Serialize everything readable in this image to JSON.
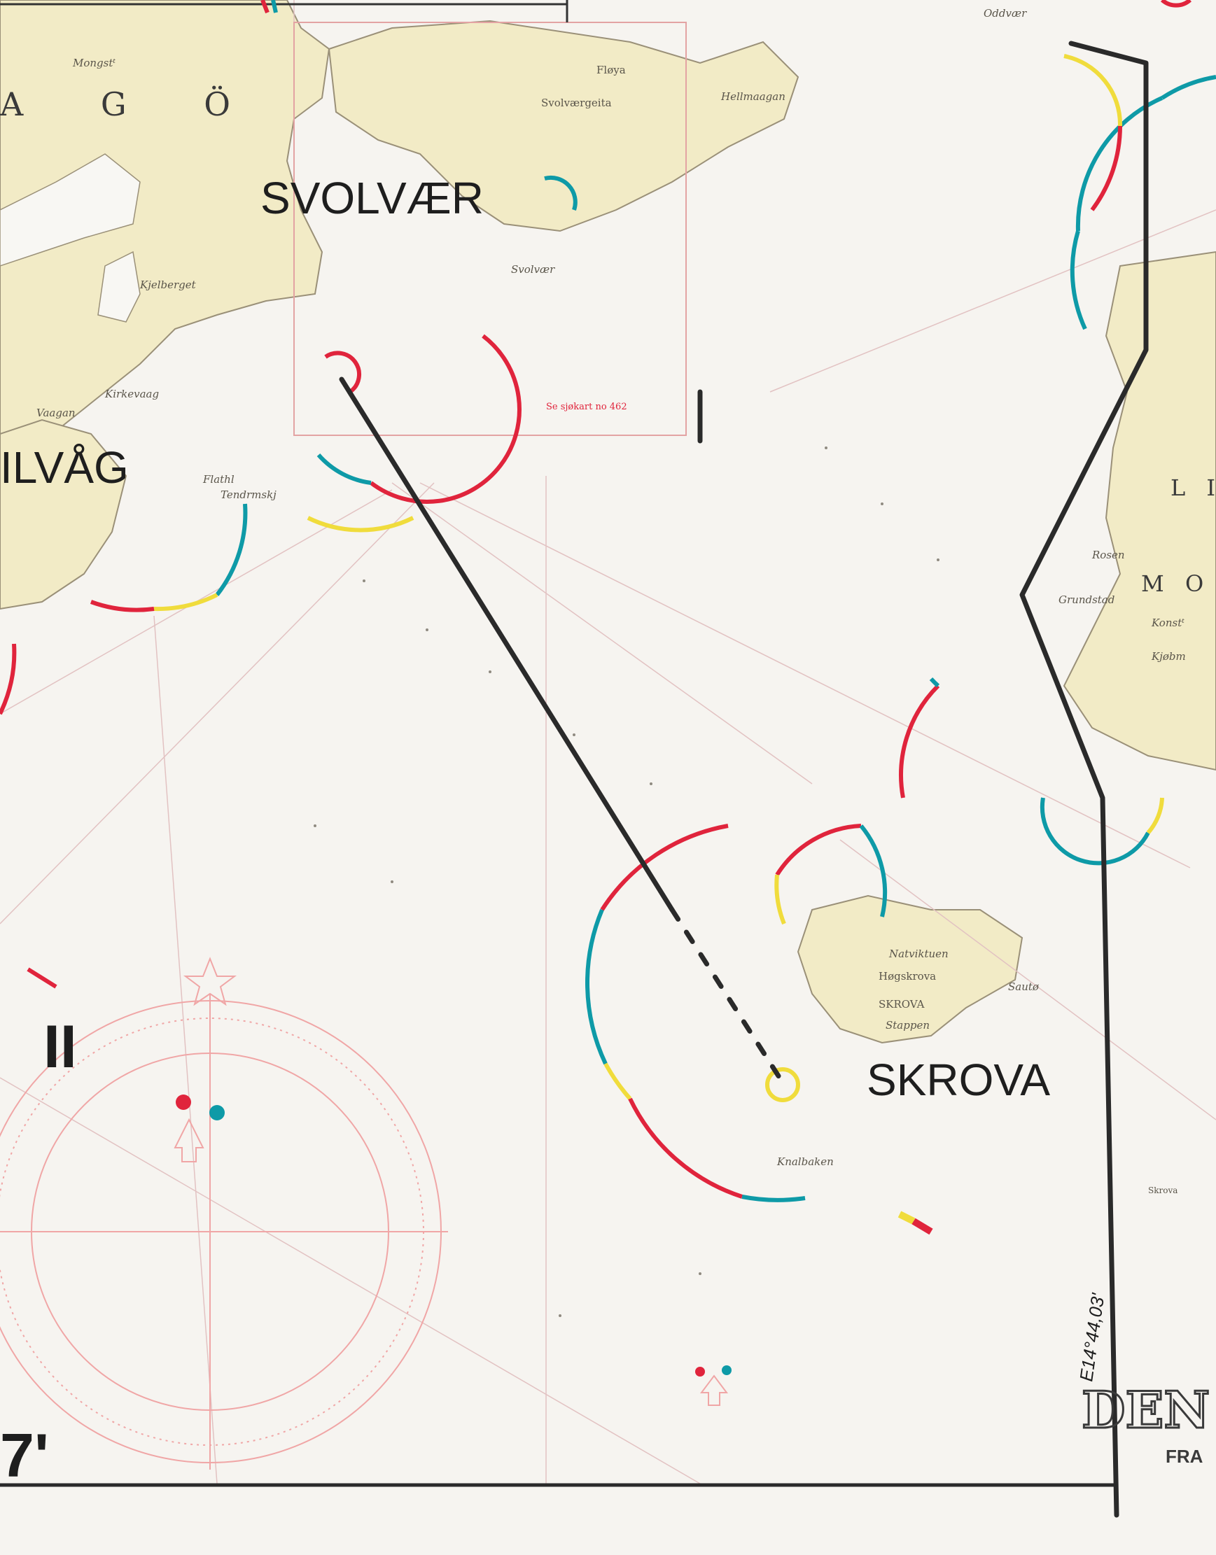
{
  "labels": {
    "svolvaer": "SVOLVÆR",
    "kabelvag": "ILVÅG",
    "skrova": "SKROVA",
    "den": "DEN",
    "fra": "FRA",
    "vagan_prefix": "A G Ö",
    "liland": "L I",
    "mol": "M O L",
    "bottom_left": "7'",
    "numeral_one": "I",
    "numeral_two": "II",
    "coordinate": "E14°44,03'"
  },
  "chart_text": {
    "oddvaer": "Oddvær",
    "floya": "Fløya",
    "svolvaergeita": "Svolværgeita",
    "hellmaagan": "Hellmaagan",
    "nongots": "Mongstᵗ",
    "kjelberget": "Kjelberget",
    "kirkevaag": "Kirkevaag",
    "vaagan": "Vaagan",
    "svolvaer_small": "Svolvær",
    "se_sjokart": "Se sjøkart no 462",
    "knaltbaken": "Knalbaken",
    "skrova_small": "SKROVA",
    "stappen": "Stappen",
    "hogskrova": "Høgskrova",
    "natviktuen": "Natviktuen",
    "sauto": "Sautø",
    "rosen": "Rosen",
    "grundstad": "Grundstad",
    "konst": "Konstᵗ",
    "kjobm": "Kjøbm",
    "skrova_light": "Skrova",
    "flathl": "Flathl",
    "tendrmskj": "Tendrmskj"
  },
  "colors": {
    "red": "#e0243c",
    "teal": "#0e9aa7",
    "yellow": "#f0dc3c",
    "route": "#2a2a2a",
    "land": "#f3ecc7",
    "grid": "#d8b9b9"
  }
}
